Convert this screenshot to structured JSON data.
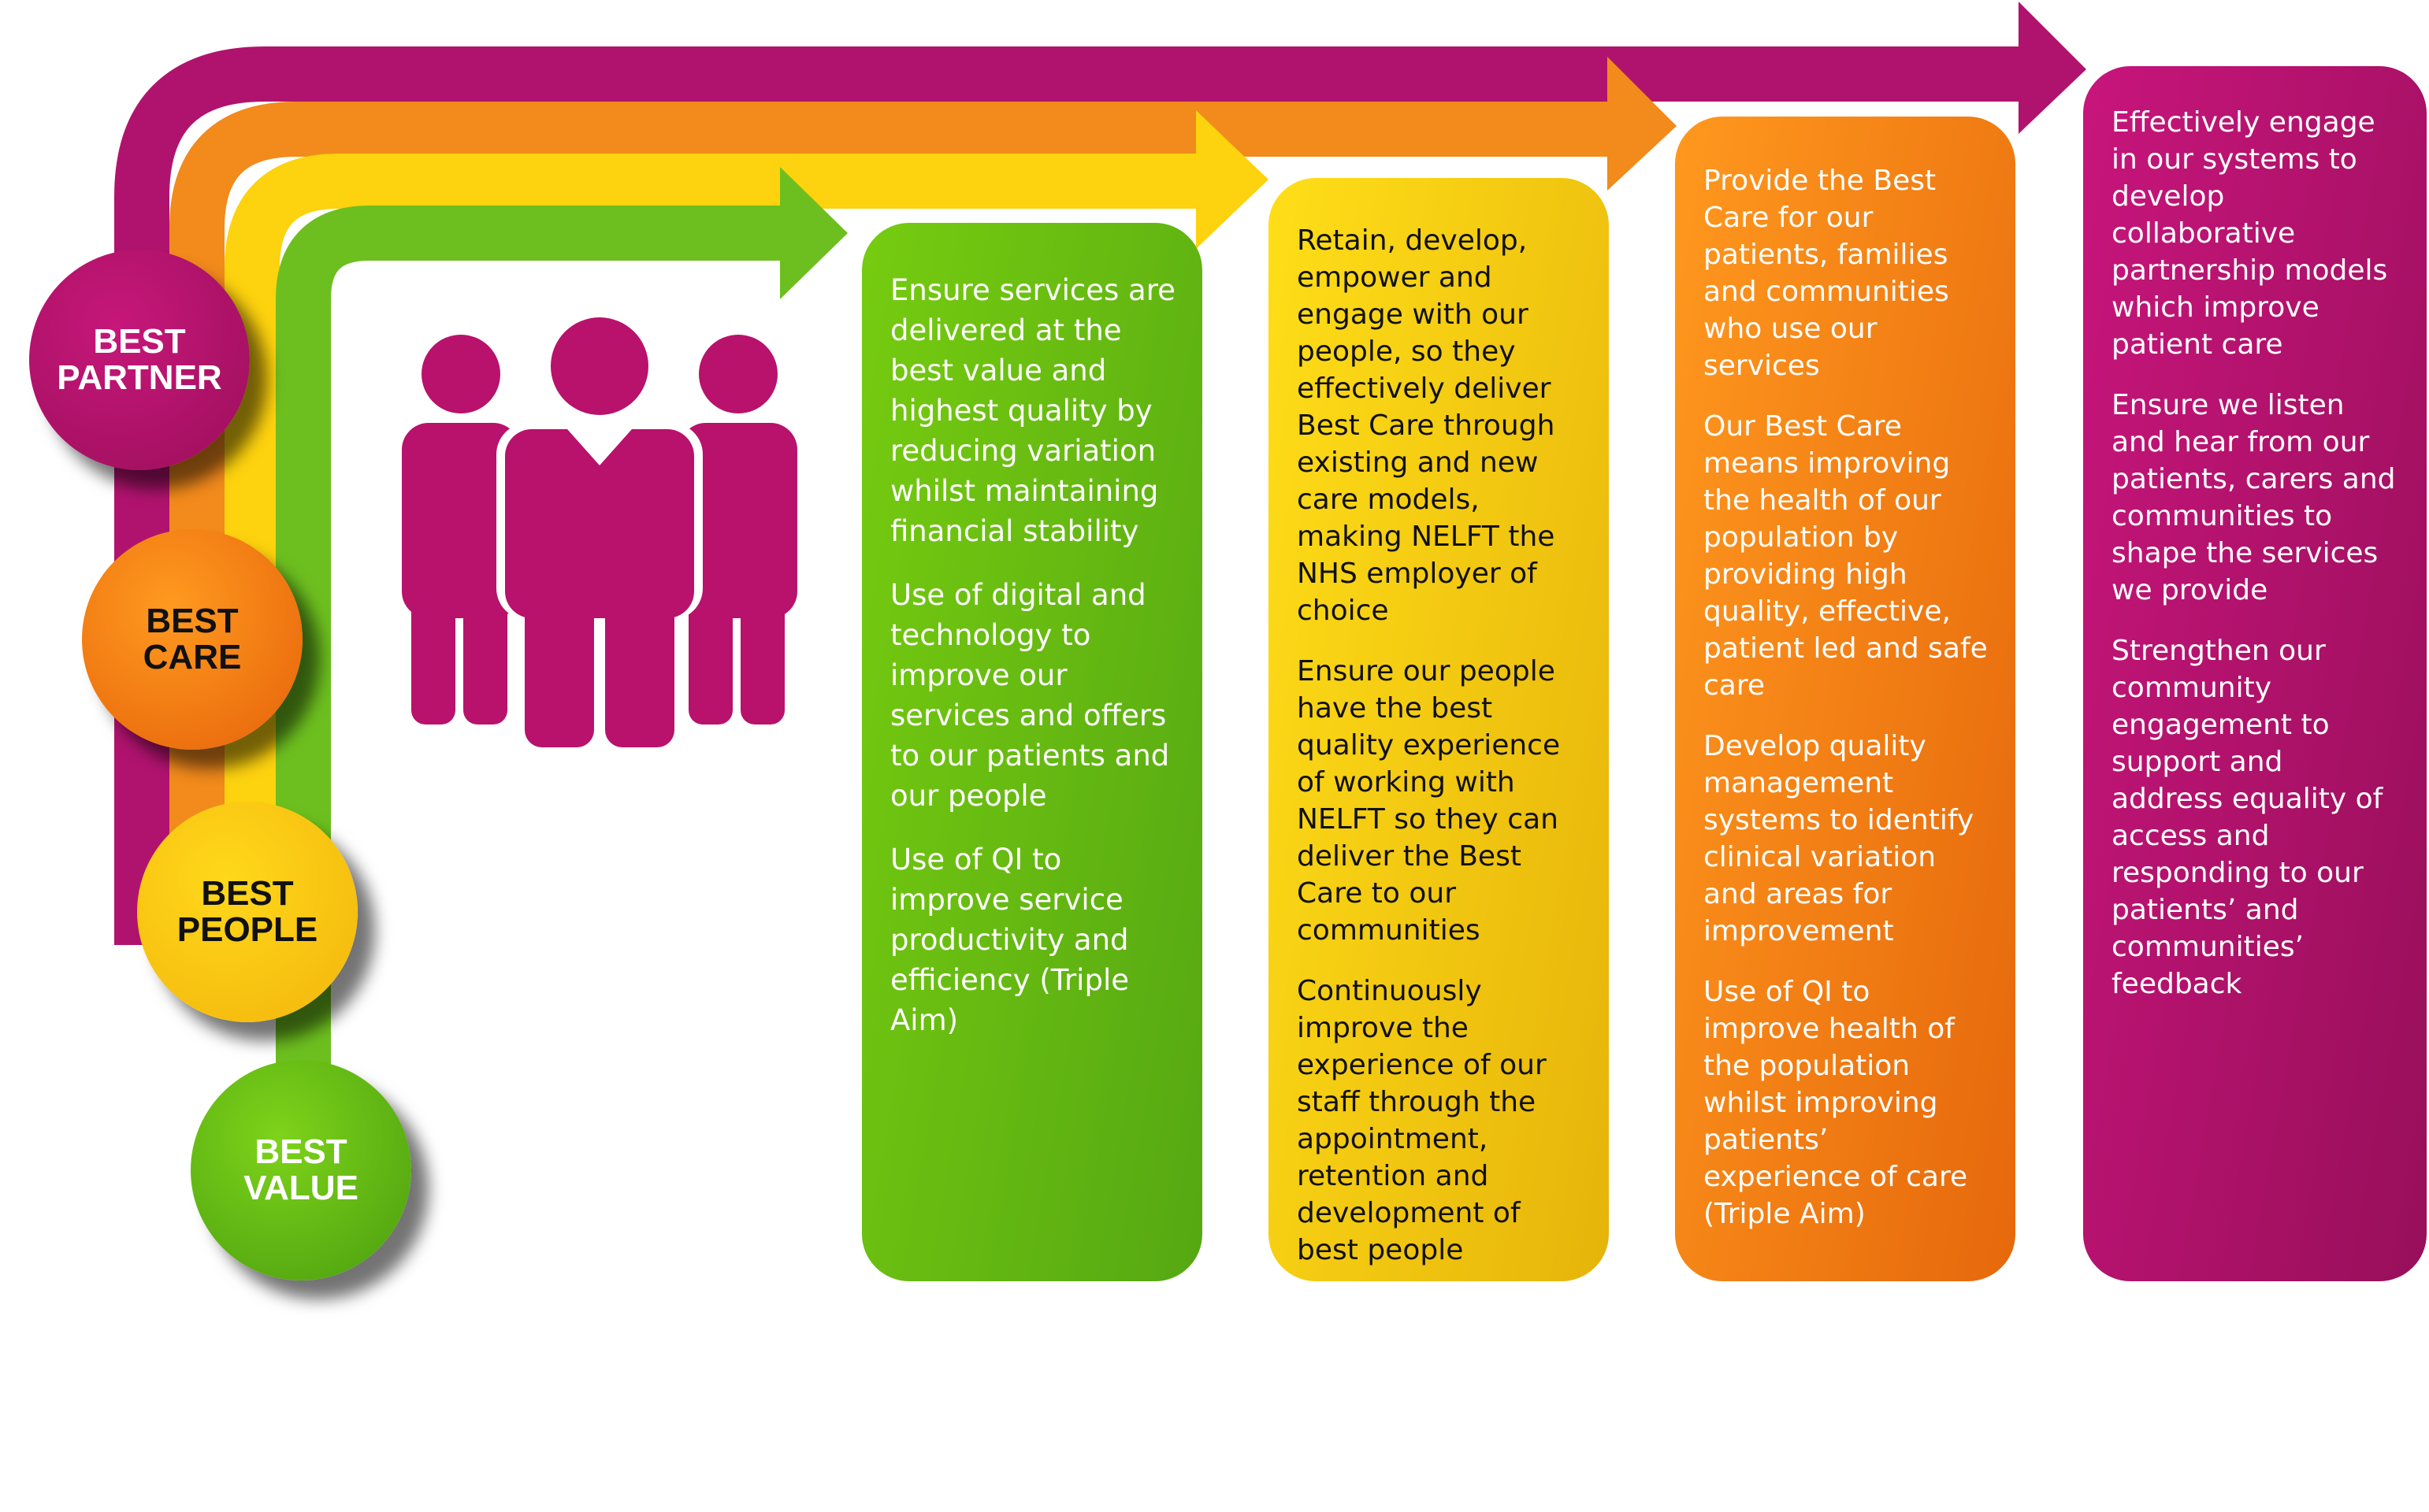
{
  "colors": {
    "partner": "#b0136e",
    "care": "#f28a1c",
    "people": "#fdd20e",
    "value": "#6dbf1f",
    "people_icon": "#b8126c"
  },
  "pillars": {
    "partner": [
      "BEST",
      "PARTNER"
    ],
    "care": [
      "BEST",
      "CARE"
    ],
    "people": [
      "BEST",
      "PEOPLE"
    ],
    "value": [
      "BEST",
      "VALUE"
    ]
  },
  "icons": {
    "group": "people-group-icon"
  },
  "panels": {
    "value": [
      "Ensure services are delivered at the best value and highest quality by reducing variation whilst maintaining financial stability",
      "Use of digital and technology to improve our services and offers to our patients and our people",
      "Use of QI to improve service productivity and efficiency (Triple Aim)"
    ],
    "people": [
      "Retain, develop, empower and engage with our people, so they effectively deliver Best Care through existing and new care models, making NELFT the NHS employer of choice",
      "Ensure our people have the best quality experience of working with NELFT so they can deliver the Best Care to our communities",
      "Continuously improve the experience of our staff through the appointment, retention and development of best people"
    ],
    "care": [
      "Provide the Best Care for our patients, families and communities who use our services",
      "Our Best Care means improving the health of our population by providing high quality, effective, patient led and safe care",
      "Develop quality management systems to identify clinical variation and areas for improvement",
      "Use of QI to improve health of the population whilst improving patients’ experience of care (Triple Aim)"
    ],
    "partner": [
      "Effectively engage in our systems to develop collaborative partnership models which improve patient care",
      "Ensure we listen and hear from our patients, carers and communities to shape the services we provide",
      "Strengthen our community engagement to support and address equality of access and responding to our patients’ and communities’ feedback"
    ]
  }
}
